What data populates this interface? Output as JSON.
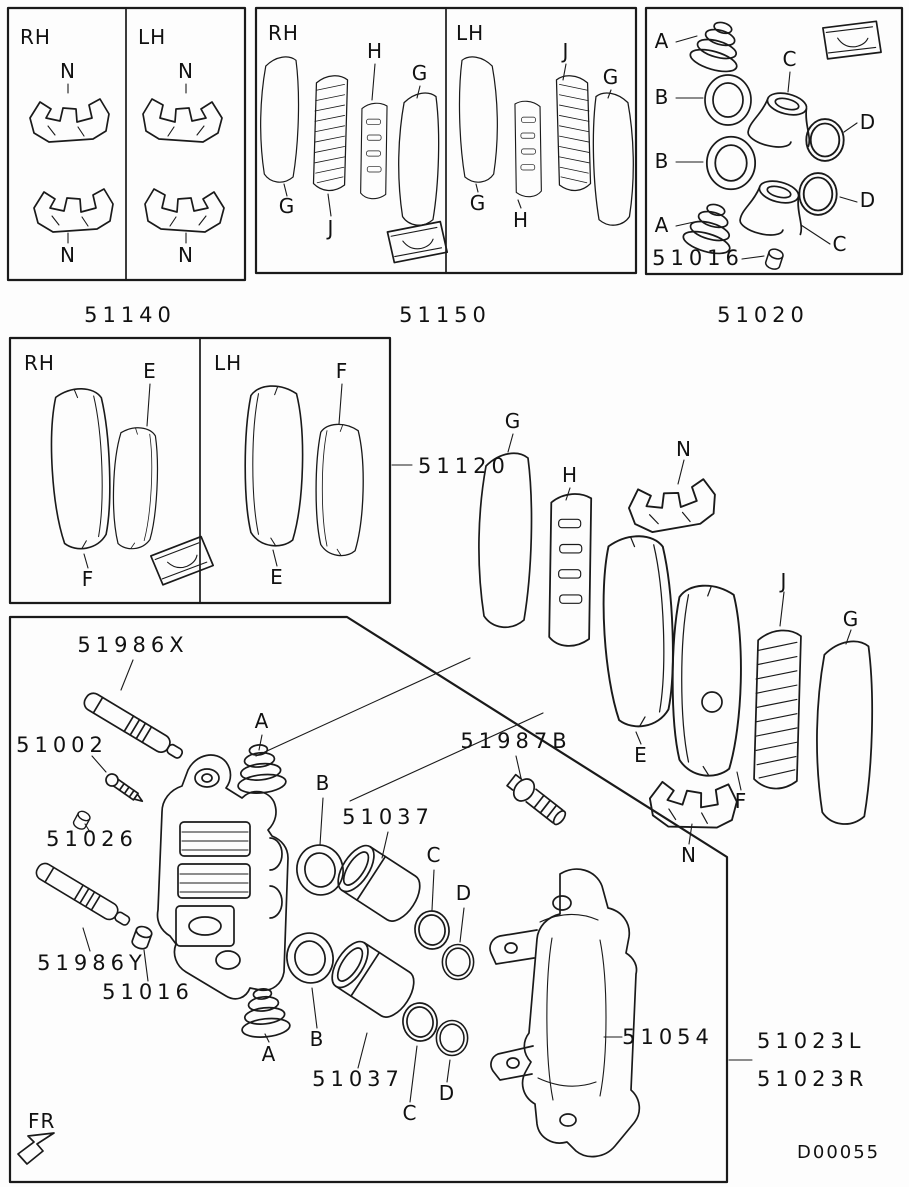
{
  "page": {
    "background": "#fdfdfd",
    "line_color": "#1a1a1a"
  },
  "kits": {
    "clip_kit": {
      "number": "51140",
      "rh": "RH",
      "lh": "LH",
      "clip_label": "N"
    },
    "shim_kit": {
      "number": "51150",
      "rh": "RH",
      "lh": "LH",
      "labels": {
        "g": "G",
        "h": "H",
        "j": "J"
      }
    },
    "seal_kit": {
      "number": "51020",
      "cap_number": "51016",
      "labels": {
        "a": "A",
        "b": "B",
        "c": "C",
        "d": "D"
      }
    },
    "pad_kit": {
      "number": "51120",
      "rh": "RH",
      "lh": "LH",
      "labels": {
        "e": "E",
        "f": "F"
      }
    }
  },
  "pad_stack": {
    "sensor_number": "51987B",
    "labels": {
      "g": "G",
      "h": "H",
      "n": "N",
      "e": "E",
      "j": "J",
      "f": "F"
    }
  },
  "caliper_assembly": {
    "guide_pin_upper": "51986X",
    "bleeder_screw": "51002",
    "bleeder_cap": "51026",
    "guide_pin_lower": "51986Y",
    "pin_cap": "51016",
    "piston_number": "51037",
    "carrier_number": "51054",
    "caliper_left": "51023L",
    "caliper_right": "51023R",
    "labels": {
      "a": "A",
      "b": "B",
      "c": "C",
      "d": "D"
    }
  },
  "footer": {
    "front_marker": "FR",
    "drawing_number": "D00055"
  }
}
